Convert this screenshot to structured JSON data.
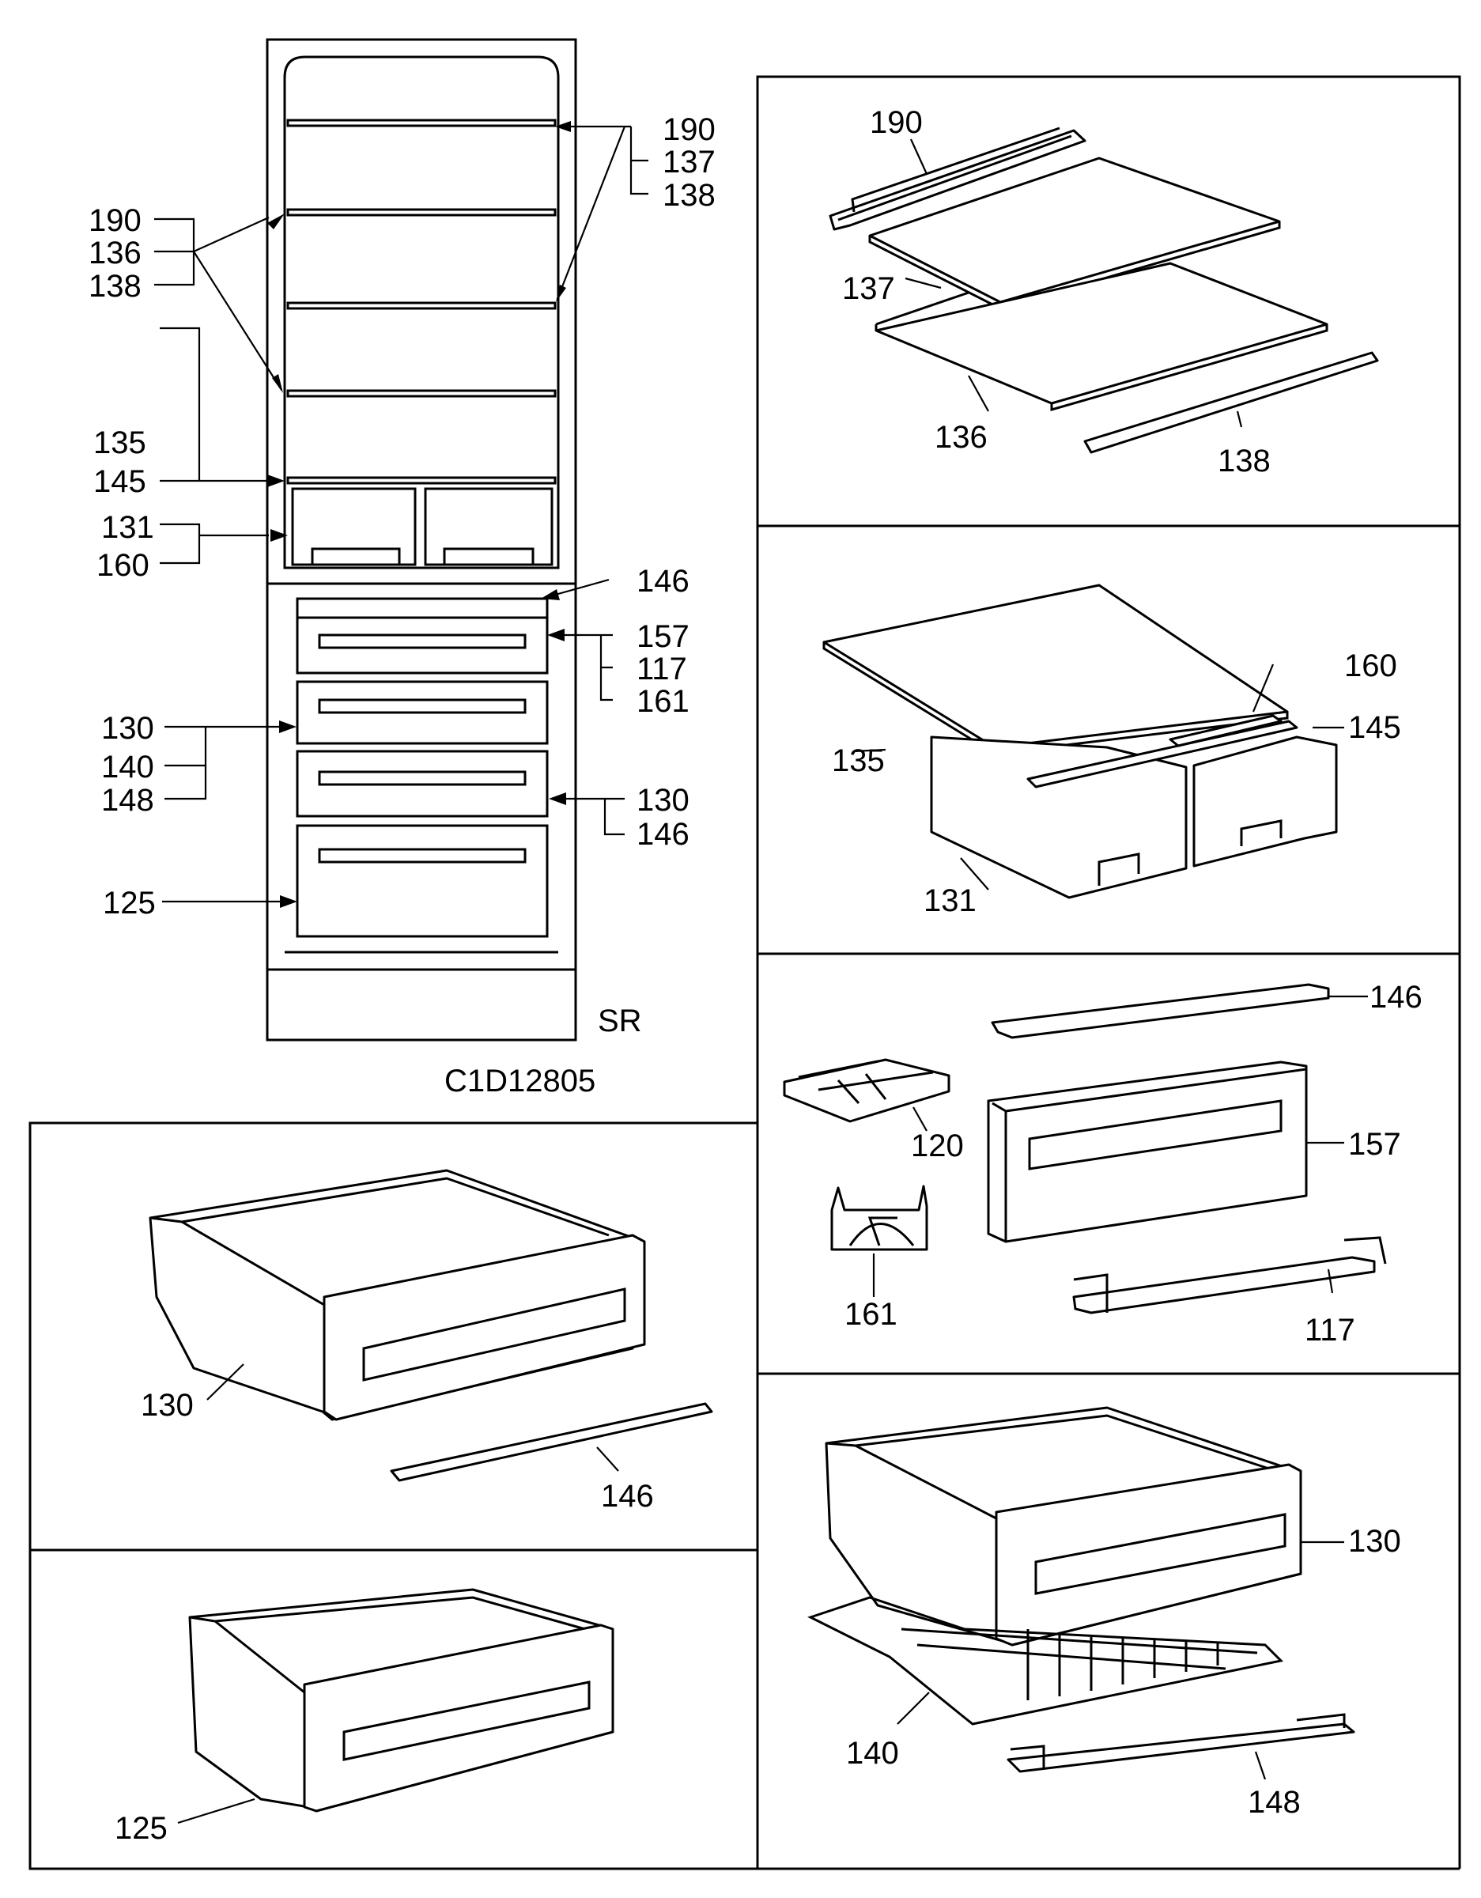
{
  "diagram_code": "C1D12805",
  "model_code": "SR",
  "overview": {
    "callouts": {
      "top_right": [
        "190",
        "137",
        "138"
      ],
      "top_left": [
        "190",
        "136",
        "138"
      ],
      "shelf_glass": [
        "135",
        "145"
      ],
      "crisper": [
        "131",
        "160"
      ],
      "drawer_strip": "146",
      "drawer_front": [
        "157",
        "117",
        "161"
      ],
      "drawer_left": [
        "130",
        "140",
        "148"
      ],
      "drawer_right": [
        "130",
        "146"
      ],
      "bottom_drawer": "125"
    }
  },
  "panels": {
    "shelves": {
      "p190": "190",
      "p137": "137",
      "p136": "136",
      "p138": "138"
    },
    "crisper": {
      "p160": "160",
      "p145": "145",
      "p135": "135",
      "p131": "131"
    },
    "accessories": {
      "p146": "146",
      "p120": "120",
      "p157": "157",
      "p161": "161",
      "p117": "117"
    },
    "drawer": {
      "p130": "130",
      "p146": "146"
    },
    "drawer_wire": {
      "p130": "130",
      "p140": "140",
      "p148": "148"
    },
    "bottom_drawer": {
      "p125": "125"
    }
  },
  "colors": {
    "line": "#000000",
    "background": "#ffffff"
  }
}
